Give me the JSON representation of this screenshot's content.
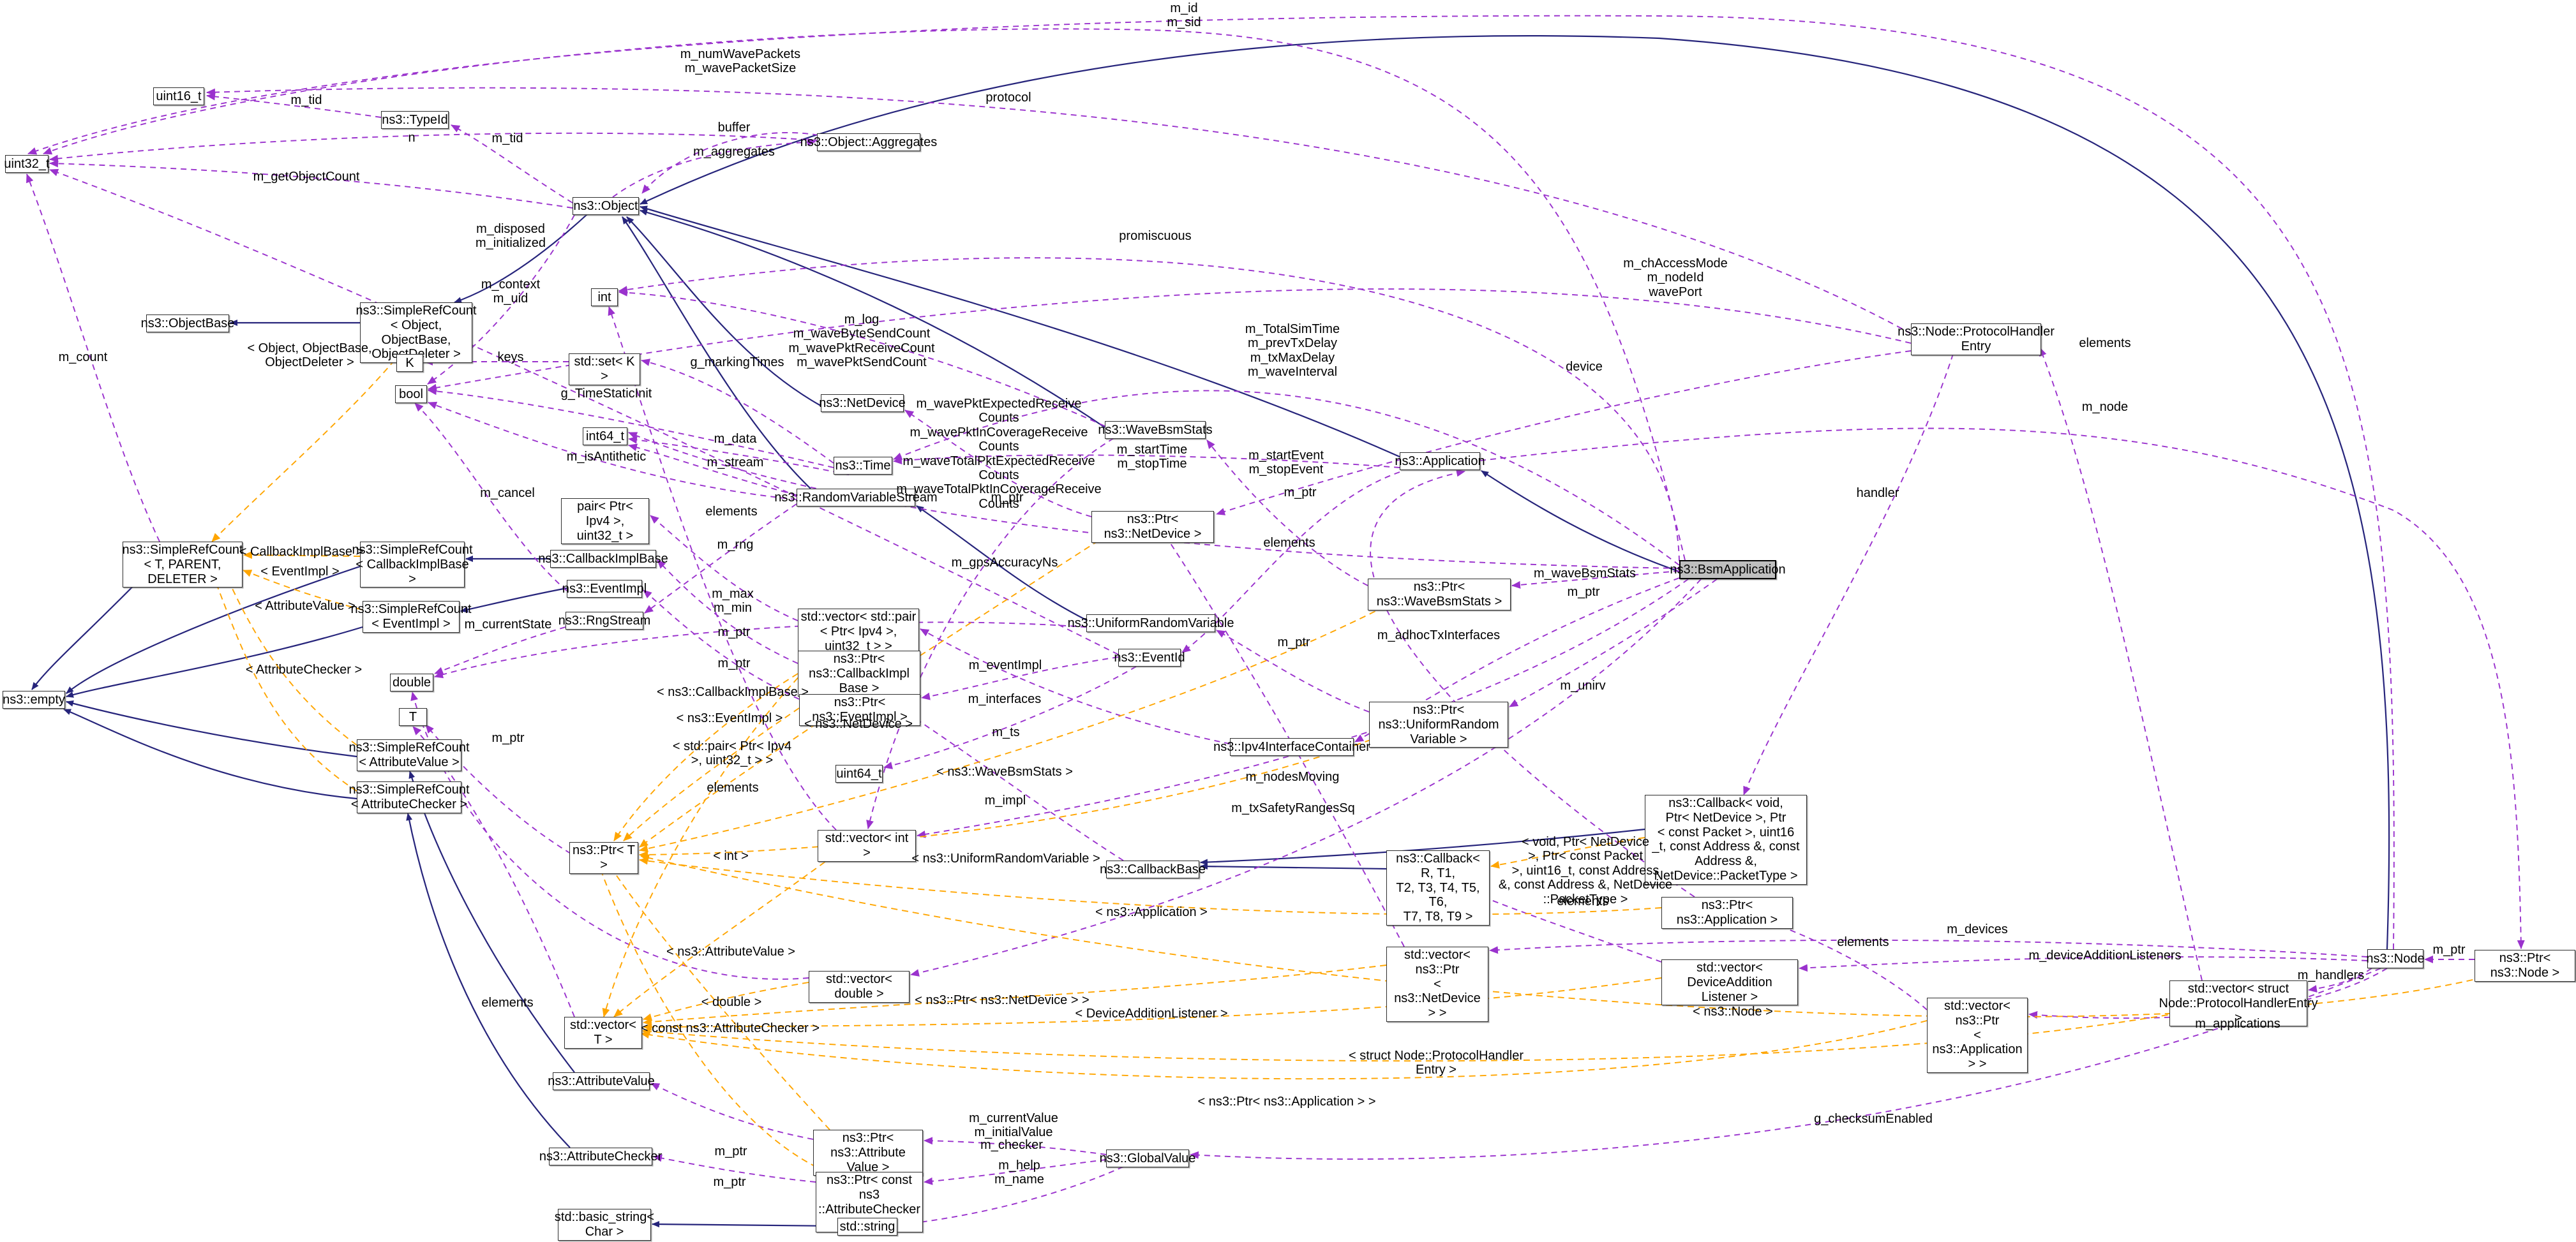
{
  "diagram": {
    "kind": "doxygen-collaboration-graph",
    "main_class": "ns3::BsmApplication"
  },
  "colors": {
    "inheritance": "#26247b",
    "usage": "#9a32cd",
    "template": "#ffa500",
    "node_background": "#ffffff",
    "main_node_background": "#bfbfbf",
    "node_border": "#2f2f2f",
    "text": "#000000"
  },
  "nodes": [
    {
      "id": "uint16",
      "label": "uint16_t"
    },
    {
      "id": "typeid",
      "label": "ns3::TypeId"
    },
    {
      "id": "aggregates",
      "label": "ns3::Object::Aggregates"
    },
    {
      "id": "uint32",
      "label": "uint32_t"
    },
    {
      "id": "object",
      "label": "ns3::Object"
    },
    {
      "id": "objectbase",
      "label": "ns3::ObjectBase"
    },
    {
      "id": "src_obj",
      "label": "ns3::SimpleRefCount\n< Object, ObjectBase,\nObjectDeleter >"
    },
    {
      "id": "int",
      "label": "int"
    },
    {
      "id": "K",
      "label": "K"
    },
    {
      "id": "setk",
      "label": "std::set< K >"
    },
    {
      "id": "bool",
      "label": "bool"
    },
    {
      "id": "int64",
      "label": "int64_t"
    },
    {
      "id": "netdevice",
      "label": "ns3::NetDevice"
    },
    {
      "id": "time",
      "label": "ns3::Time"
    },
    {
      "id": "rvs",
      "label": "ns3::RandomVariableStream"
    },
    {
      "id": "wavebsmstats",
      "label": "ns3::WaveBsmStats"
    },
    {
      "id": "pair",
      "label": "pair< Ptr< Ipv4 >,\nuint32_t >"
    },
    {
      "id": "ptrnetdev",
      "label": "ns3::Ptr< ns3::NetDevice >"
    },
    {
      "id": "application",
      "label": "ns3::Application"
    },
    {
      "id": "phe",
      "label": "ns3::Node::ProtocolHandler\nEntry"
    },
    {
      "id": "src_tpd",
      "label": "ns3::SimpleRefCount\n< T, PARENT, DELETER >"
    },
    {
      "id": "src_cib",
      "label": "ns3::SimpleRefCount\n< CallbackImplBase >"
    },
    {
      "id": "cib",
      "label": "ns3::CallbackImplBase"
    },
    {
      "id": "eventimpl",
      "label": "ns3::EventImpl"
    },
    {
      "id": "src_ei",
      "label": "ns3::SimpleRefCount\n< EventImpl >"
    },
    {
      "id": "rngstream",
      "label": "ns3::RngStream"
    },
    {
      "id": "vecpair",
      "label": "std::vector< std::pair\n< Ptr< Ipv4 >, uint32_t > >"
    },
    {
      "id": "urv",
      "label": "ns3::UniformRandomVariable"
    },
    {
      "id": "eventid",
      "label": "ns3::EventId"
    },
    {
      "id": "ptrwbs",
      "label": "ns3::Ptr< ns3::WaveBsmStats >"
    },
    {
      "id": "ptrcib",
      "label": "ns3::Ptr< ns3::CallbackImpl\nBase >"
    },
    {
      "id": "ptrei",
      "label": "ns3::Ptr< ns3::EventImpl >"
    },
    {
      "id": "double",
      "label": "double"
    },
    {
      "id": "ptruv",
      "label": "ns3::Ptr< ns3::UniformRandom\nVariable >"
    },
    {
      "id": "ipv4ic",
      "label": "ns3::Ipv4InterfaceContainer"
    },
    {
      "id": "T",
      "label": "T"
    },
    {
      "id": "empty",
      "label": "ns3::empty"
    },
    {
      "id": "src_av",
      "label": "ns3::SimpleRefCount\n< AttributeValue >"
    },
    {
      "id": "src_ac",
      "label": "ns3::SimpleRefCount\n< AttributeChecker >"
    },
    {
      "id": "uint64",
      "label": "uint64_t"
    },
    {
      "id": "bsmapp",
      "label": "ns3::BsmApplication",
      "main": true
    },
    {
      "id": "vecint",
      "label": "std::vector< int >"
    },
    {
      "id": "ptrT",
      "label": "ns3::Ptr< T >"
    },
    {
      "id": "cbbase",
      "label": "ns3::CallbackBase"
    },
    {
      "id": "cbRT",
      "label": "ns3::Callback< R, T1,\nT2, T3, T4, T5, T6,\nT7, T8, T9 >"
    },
    {
      "id": "cbvoid",
      "label": "ns3::Callback< void,\nPtr< NetDevice >, Ptr\n< const Packet >, uint16\n_t, const Address &, const\nAddress &, NetDevice::PacketType >"
    },
    {
      "id": "ptrapp",
      "label": "ns3::Ptr< ns3::Application >"
    },
    {
      "id": "vecptrnd",
      "label": "std::vector< ns3::Ptr\n< ns3::NetDevice > >"
    },
    {
      "id": "vecdouble",
      "label": "std::vector< double >"
    },
    {
      "id": "vecdal",
      "label": "std::vector< DeviceAddition\nListener >"
    },
    {
      "id": "vecphe",
      "label": "std::vector< struct\nNode::ProtocolHandlerEntry >"
    },
    {
      "id": "node",
      "label": "ns3::Node"
    },
    {
      "id": "ptrnode",
      "label": "ns3::Ptr< ns3::Node >"
    },
    {
      "id": "vecptrapp",
      "label": "std::vector< ns3::Ptr\n< ns3::Application > >"
    },
    {
      "id": "vecT",
      "label": "std::vector< T >"
    },
    {
      "id": "attrvalue",
      "label": "ns3::AttributeValue"
    },
    {
      "id": "attrchecker",
      "label": "ns3::AttributeChecker"
    },
    {
      "id": "ptrav",
      "label": "ns3::Ptr< ns3::Attribute\nValue >"
    },
    {
      "id": "ptrcac",
      "label": "ns3::Ptr< const ns3\n::AttributeChecker >"
    },
    {
      "id": "basicstring",
      "label": "std::basic_string<\nChar >"
    },
    {
      "id": "stdstring",
      "label": "std::string"
    },
    {
      "id": "globalvalue",
      "label": "ns3::GlobalValue"
    }
  ],
  "edge_labels": [
    {
      "id": "L_mid",
      "text": "m_id\nm_sid"
    },
    {
      "id": "L_numwave",
      "text": "m_numWavePackets\nm_wavePacketSize"
    },
    {
      "id": "L_mtid1",
      "text": "m_tid"
    },
    {
      "id": "L_n",
      "text": "n"
    },
    {
      "id": "L_mtid2",
      "text": "m_tid"
    },
    {
      "id": "L_protocol",
      "text": "protocol"
    },
    {
      "id": "L_buffer",
      "text": "buffer"
    },
    {
      "id": "L_maggregates",
      "text": "m_aggregates"
    },
    {
      "id": "L_getobjcount",
      "text": "m_getObjectCount"
    },
    {
      "id": "L_mcount",
      "text": "m_count"
    },
    {
      "id": "L_disposed",
      "text": "m_disposed\nm_initialized"
    },
    {
      "id": "L_context",
      "text": "m_context\nm_uid"
    },
    {
      "id": "L_promiscuous",
      "text": "promiscuous"
    },
    {
      "id": "L_chaccess",
      "text": "m_chAccessMode\nm_nodeId\nwavePort"
    },
    {
      "id": "L_mlog",
      "text": "m_log\nm_waveByteSendCount\nm_wavePktReceiveCount\nm_wavePktSendCount"
    },
    {
      "id": "L_totalsim",
      "text": "m_TotalSimTime\nm_prevTxDelay\nm_txMaxDelay\nm_waveInterval"
    },
    {
      "id": "L_device",
      "text": "device"
    },
    {
      "id": "L_keys",
      "text": "keys"
    },
    {
      "id": "L_marking",
      "text": "g_markingTimes"
    },
    {
      "id": "L_timestatic",
      "text": "g_TimeStaticInit"
    },
    {
      "id": "L_mdata",
      "text": "m_data"
    },
    {
      "id": "L_misanti",
      "text": "m_isAntithetic"
    },
    {
      "id": "L_mstream",
      "text": "m_stream"
    },
    {
      "id": "L_wavepkt",
      "text": "m_wavePktExpectedReceive\nCounts\nm_wavePktInCoverageReceive\nCounts\nm_waveTotalPktExpectedReceive\nCounts\nm_waveTotalPktInCoverageReceive\nCounts"
    },
    {
      "id": "L_starttime",
      "text": "m_startTime\nm_stopTime"
    },
    {
      "id": "L_startevent",
      "text": "m_startEvent\nm_stopEvent"
    },
    {
      "id": "L_mptr_nd",
      "text": "m_ptr"
    },
    {
      "id": "L_mptr_app",
      "text": "m_ptr"
    },
    {
      "id": "L_mcancel",
      "text": "m_cancel"
    },
    {
      "id": "L_elements_pair",
      "text": "elements"
    },
    {
      "id": "L_objdel",
      "text": "< Object, ObjectBase,\nObjectDeleter >"
    },
    {
      "id": "L_mnode",
      "text": "m_node"
    },
    {
      "id": "L_handler",
      "text": "handler"
    },
    {
      "id": "L_elements_phe",
      "text": "elements"
    },
    {
      "id": "L_mrng",
      "text": "m_rng"
    },
    {
      "id": "L_t_cib",
      "text": "< CallbackImplBase >"
    },
    {
      "id": "L_t_ei",
      "text": "< EventImpl >"
    },
    {
      "id": "L_t_av",
      "text": "< AttributeValue >"
    },
    {
      "id": "L_t_ac",
      "text": "< AttributeChecker >"
    },
    {
      "id": "L_gps",
      "text": "m_gpsAccuracyNs"
    },
    {
      "id": "L_elements_vnd",
      "text": "elements"
    },
    {
      "id": "L_wavebsm",
      "text": "m_waveBsmStats"
    },
    {
      "id": "L_mptr_wbs",
      "text": "m_ptr"
    },
    {
      "id": "L_mmax",
      "text": "m_max\nm_min"
    },
    {
      "id": "L_currentstate",
      "text": "m_currentState"
    },
    {
      "id": "L_mptr_cib",
      "text": "m_ptr"
    },
    {
      "id": "L_adhoc",
      "text": "m_adhocTxInterfaces"
    },
    {
      "id": "L_mptr_uv",
      "text": "m_ptr"
    },
    {
      "id": "L_mptr_ei",
      "text": "m_ptr"
    },
    {
      "id": "L_meventimpl",
      "text": "m_eventImpl"
    },
    {
      "id": "L_unirv",
      "text": "m_unirv"
    },
    {
      "id": "L_t_nscib",
      "text": "< ns3::CallbackImplBase >"
    },
    {
      "id": "L_minterfaces",
      "text": "m_interfaces"
    },
    {
      "id": "L_t_nsei",
      "text": "< ns3::EventImpl >"
    },
    {
      "id": "L_t_nd",
      "text": "< ns3::NetDevice >"
    },
    {
      "id": "L_mts",
      "text": "m_ts"
    },
    {
      "id": "L_mptr_T",
      "text": "m_ptr"
    },
    {
      "id": "L_t_pair",
      "text": "< std::pair< Ptr< Ipv4\n>, uint32_t > >"
    },
    {
      "id": "L_t_wbs",
      "text": "< ns3::WaveBsmStats >"
    },
    {
      "id": "L_nodesmoving",
      "text": "m_nodesMoving"
    },
    {
      "id": "L_elements_int",
      "text": "elements"
    },
    {
      "id": "L_mimpl",
      "text": "m_impl"
    },
    {
      "id": "L_txsafety",
      "text": "m_txSafetyRangesSq"
    },
    {
      "id": "L_t_int",
      "text": "< int >"
    },
    {
      "id": "L_t_urv",
      "text": "< ns3::UniformRandomVariable >"
    },
    {
      "id": "L_t_void",
      "text": "< void, Ptr< NetDevice\n>, Ptr< const Packet\n>, uint16_t, const Address\n&, const Address &, NetDevice\n::PacketType >"
    },
    {
      "id": "L_elements_cb",
      "text": "elements"
    },
    {
      "id": "L_t_app",
      "text": "< ns3::Application >"
    },
    {
      "id": "L_mdevices",
      "text": "m_devices"
    },
    {
      "id": "L_elements_app",
      "text": "elements"
    },
    {
      "id": "L_t_nsav",
      "text": "< ns3::AttributeValue >"
    },
    {
      "id": "L_mdal",
      "text": "m_deviceAdditionListeners"
    },
    {
      "id": "L_mptr_node",
      "text": "m_ptr"
    },
    {
      "id": "L_mhandlers",
      "text": "m_handlers"
    },
    {
      "id": "L_elements_vt",
      "text": "elements"
    },
    {
      "id": "L_t_double",
      "text": "< double >"
    },
    {
      "id": "L_t_ptrnd",
      "text": "< ns3::Ptr< ns3::NetDevice > >"
    },
    {
      "id": "L_t_dal",
      "text": "< DeviceAdditionListener >"
    },
    {
      "id": "L_t_node",
      "text": "< ns3::Node >"
    },
    {
      "id": "L_mapplications",
      "text": "m_applications"
    },
    {
      "id": "L_t_cac",
      "text": "< const ns3::AttributeChecker >"
    },
    {
      "id": "L_t_phe",
      "text": "< struct Node::ProtocolHandler\nEntry >"
    },
    {
      "id": "L_t_ptrapp",
      "text": "< ns3::Ptr< ns3::Application > >"
    },
    {
      "id": "L_checksum",
      "text": "g_checksumEnabled"
    },
    {
      "id": "L_currentvalue",
      "text": "m_currentValue\nm_initialValue"
    },
    {
      "id": "L_mptr_av",
      "text": "m_ptr"
    },
    {
      "id": "L_mchecker",
      "text": "m_checker"
    },
    {
      "id": "L_mptr_ac",
      "text": "m_ptr"
    },
    {
      "id": "L_mhelp",
      "text": "m_help\nm_name"
    }
  ]
}
